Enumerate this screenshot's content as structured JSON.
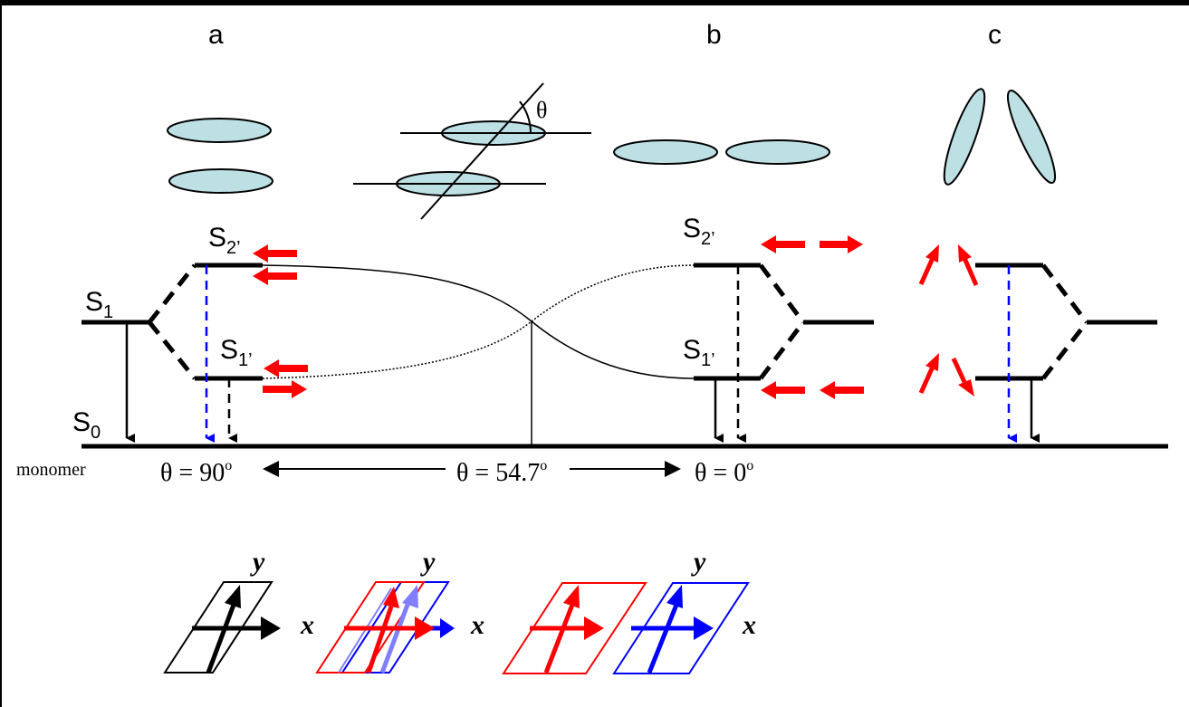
{
  "panels": [
    {
      "id": "a",
      "label": "a"
    },
    {
      "id": "b",
      "label": "b"
    },
    {
      "id": "c",
      "label": "c"
    }
  ],
  "angle_symbol": "θ",
  "states": {
    "s1": {
      "main": "S",
      "sub": "1"
    },
    "s0": {
      "main": "S",
      "sub": "0"
    },
    "s2_prime_a": {
      "main": "S",
      "sub": "2’"
    },
    "s1_prime_a": {
      "main": "S",
      "sub": "1’"
    },
    "s2_prime_b": {
      "main": "S",
      "sub": "2’"
    },
    "s1_prime_b": {
      "main": "S",
      "sub": "1’"
    }
  },
  "baseline": {
    "monomer_label": "monomer",
    "theta_90": "θ = 90",
    "theta_54": "θ = 54.7",
    "theta_0": "θ = 0",
    "degree": "o"
  },
  "axes": {
    "x": "x",
    "y": "y"
  },
  "colors": {
    "molecule_fill": "#bce0e3",
    "transition_dipole": "#ff0000",
    "blue_dashed": "#0000ff",
    "blue_faint": "#8080ff"
  }
}
